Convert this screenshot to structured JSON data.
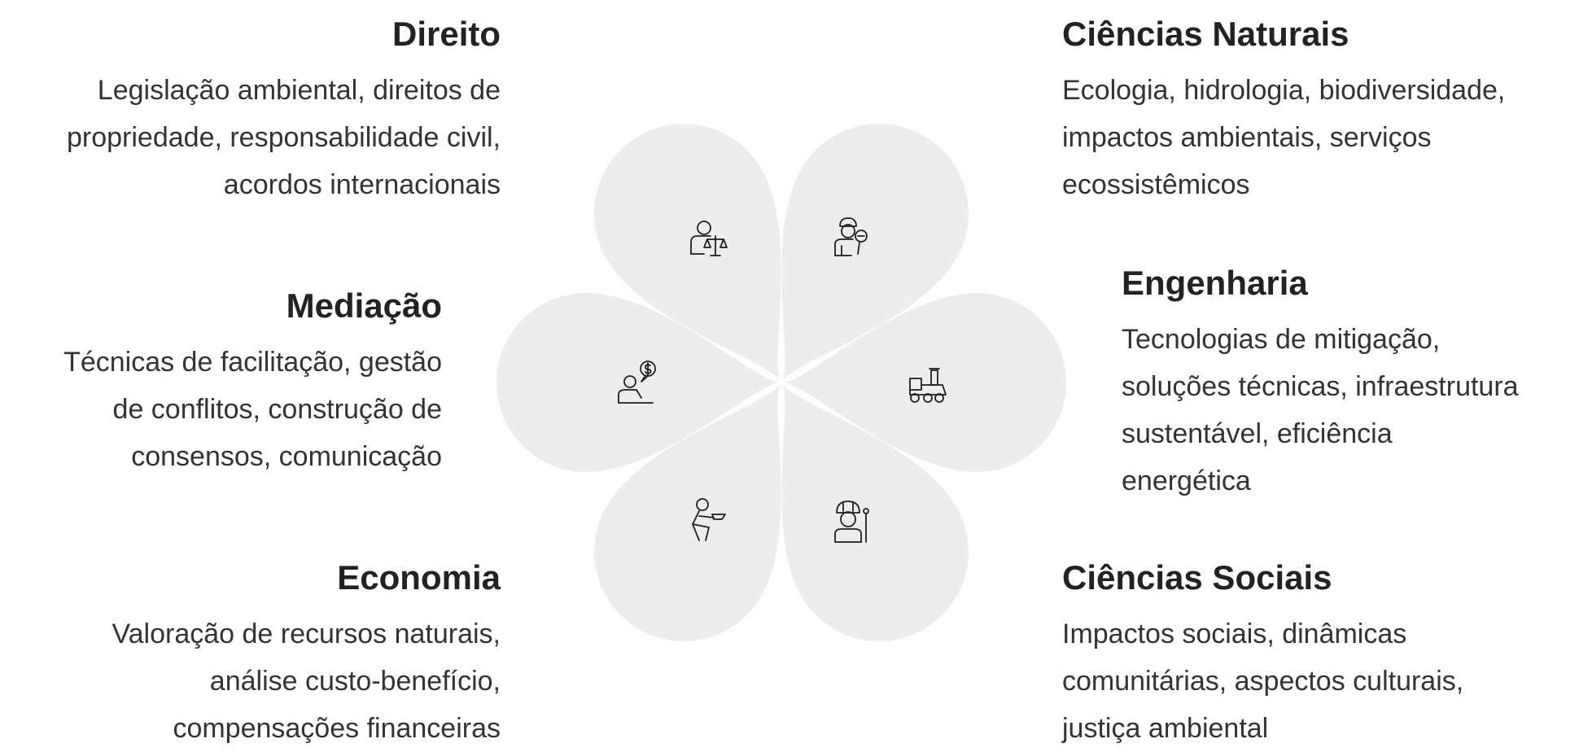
{
  "sections": {
    "direito": {
      "title": "Direito",
      "lines": [
        "Legislação ambiental, direitos de",
        "propriedade, responsabilidade civil,",
        "acordos internacionais"
      ]
    },
    "mediacao": {
      "title": "Mediação",
      "lines": [
        "Técnicas de facilitação, gestão",
        "de conflitos, construção de",
        "consensos, comunicação"
      ]
    },
    "economia": {
      "title": "Economia",
      "lines": [
        "Valoração de recursos naturais,",
        "análise custo-benefício,",
        "compensações financeiras"
      ]
    },
    "ciencias_naturais": {
      "title": "Ciências Naturais",
      "lines": [
        "Ecologia, hidrologia, biodiversidade,",
        "impactos ambientais, serviços",
        "ecossistêmicos"
      ]
    },
    "engenharia": {
      "title": "Engenharia",
      "lines": [
        "Tecnologias de mitigação,",
        "soluções técnicas, infraestrutura",
        "sustentável, eficiência",
        "energética"
      ]
    },
    "ciencias_sociais": {
      "title": "Ciências Sociais",
      "lines": [
        "Impactos sociais, dinâmicas",
        "comunitárias, aspectos culturais,",
        "justiça ambiental"
      ]
    }
  },
  "icons": [
    "lawyer-scales-icon",
    "scientist-magnifier-icon",
    "negotiator-money-icon",
    "engine-train-icon",
    "person-sitting-icon",
    "worker-helmet-icon"
  ]
}
